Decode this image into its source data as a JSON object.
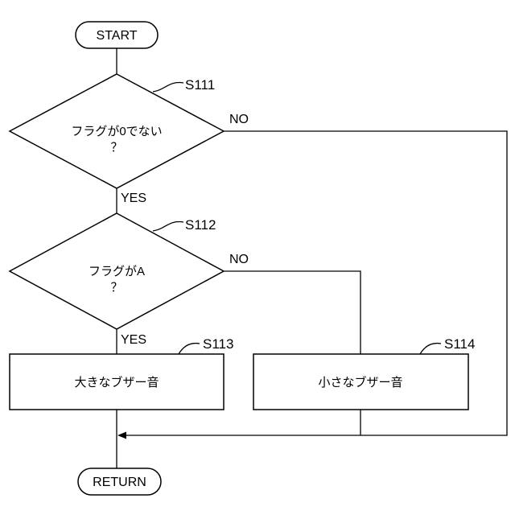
{
  "terminals": {
    "start": "START",
    "return": "RETURN"
  },
  "decisions": [
    {
      "step": "S111",
      "line1": "フラグが0でない",
      "line2": "？",
      "yes": "YES",
      "no": "NO"
    },
    {
      "step": "S112",
      "line1": "フラグがA",
      "line2": "？",
      "yes": "YES",
      "no": "NO"
    }
  ],
  "processes": [
    {
      "step": "S113",
      "label": "大きなブザー音"
    },
    {
      "step": "S114",
      "label": "小さなブザー音"
    }
  ]
}
